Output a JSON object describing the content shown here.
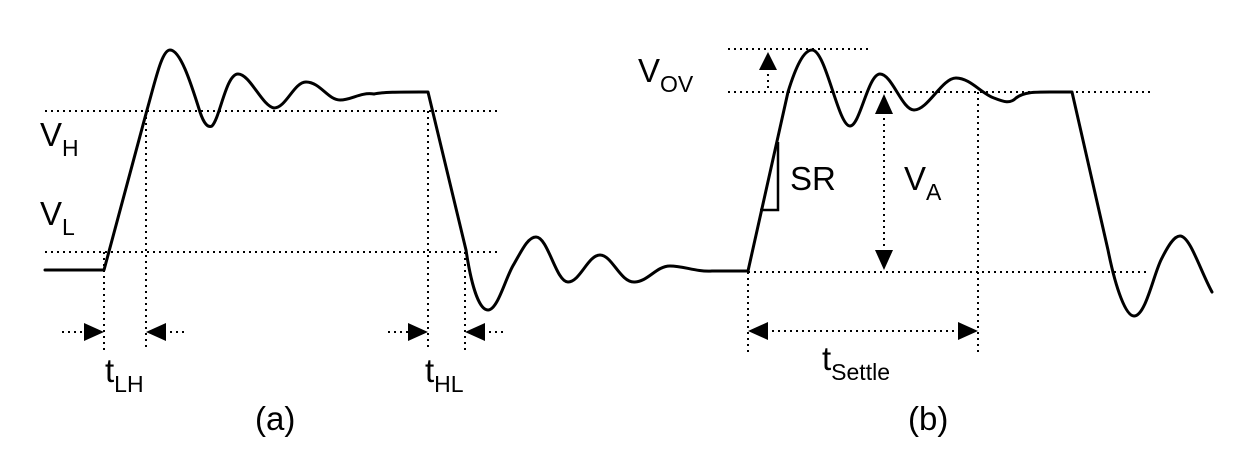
{
  "panel_a": {
    "v_high": {
      "base": "V",
      "sub": "H"
    },
    "v_low": {
      "base": "V",
      "sub": "L"
    },
    "t_rise": {
      "base": "t",
      "sub": "LH"
    },
    "t_fall": {
      "base": "t",
      "sub": "HL"
    },
    "caption": "(a)"
  },
  "panel_b": {
    "v_overshoot": {
      "base": "V",
      "sub": "OV"
    },
    "slew_rate": "SR",
    "v_amplitude": {
      "base": "V",
      "sub": "A"
    },
    "t_settle": {
      "base": "t",
      "sub": "Settle"
    },
    "caption": "(b)"
  },
  "colors": {
    "ink": "#000000",
    "background": "#ffffff"
  }
}
